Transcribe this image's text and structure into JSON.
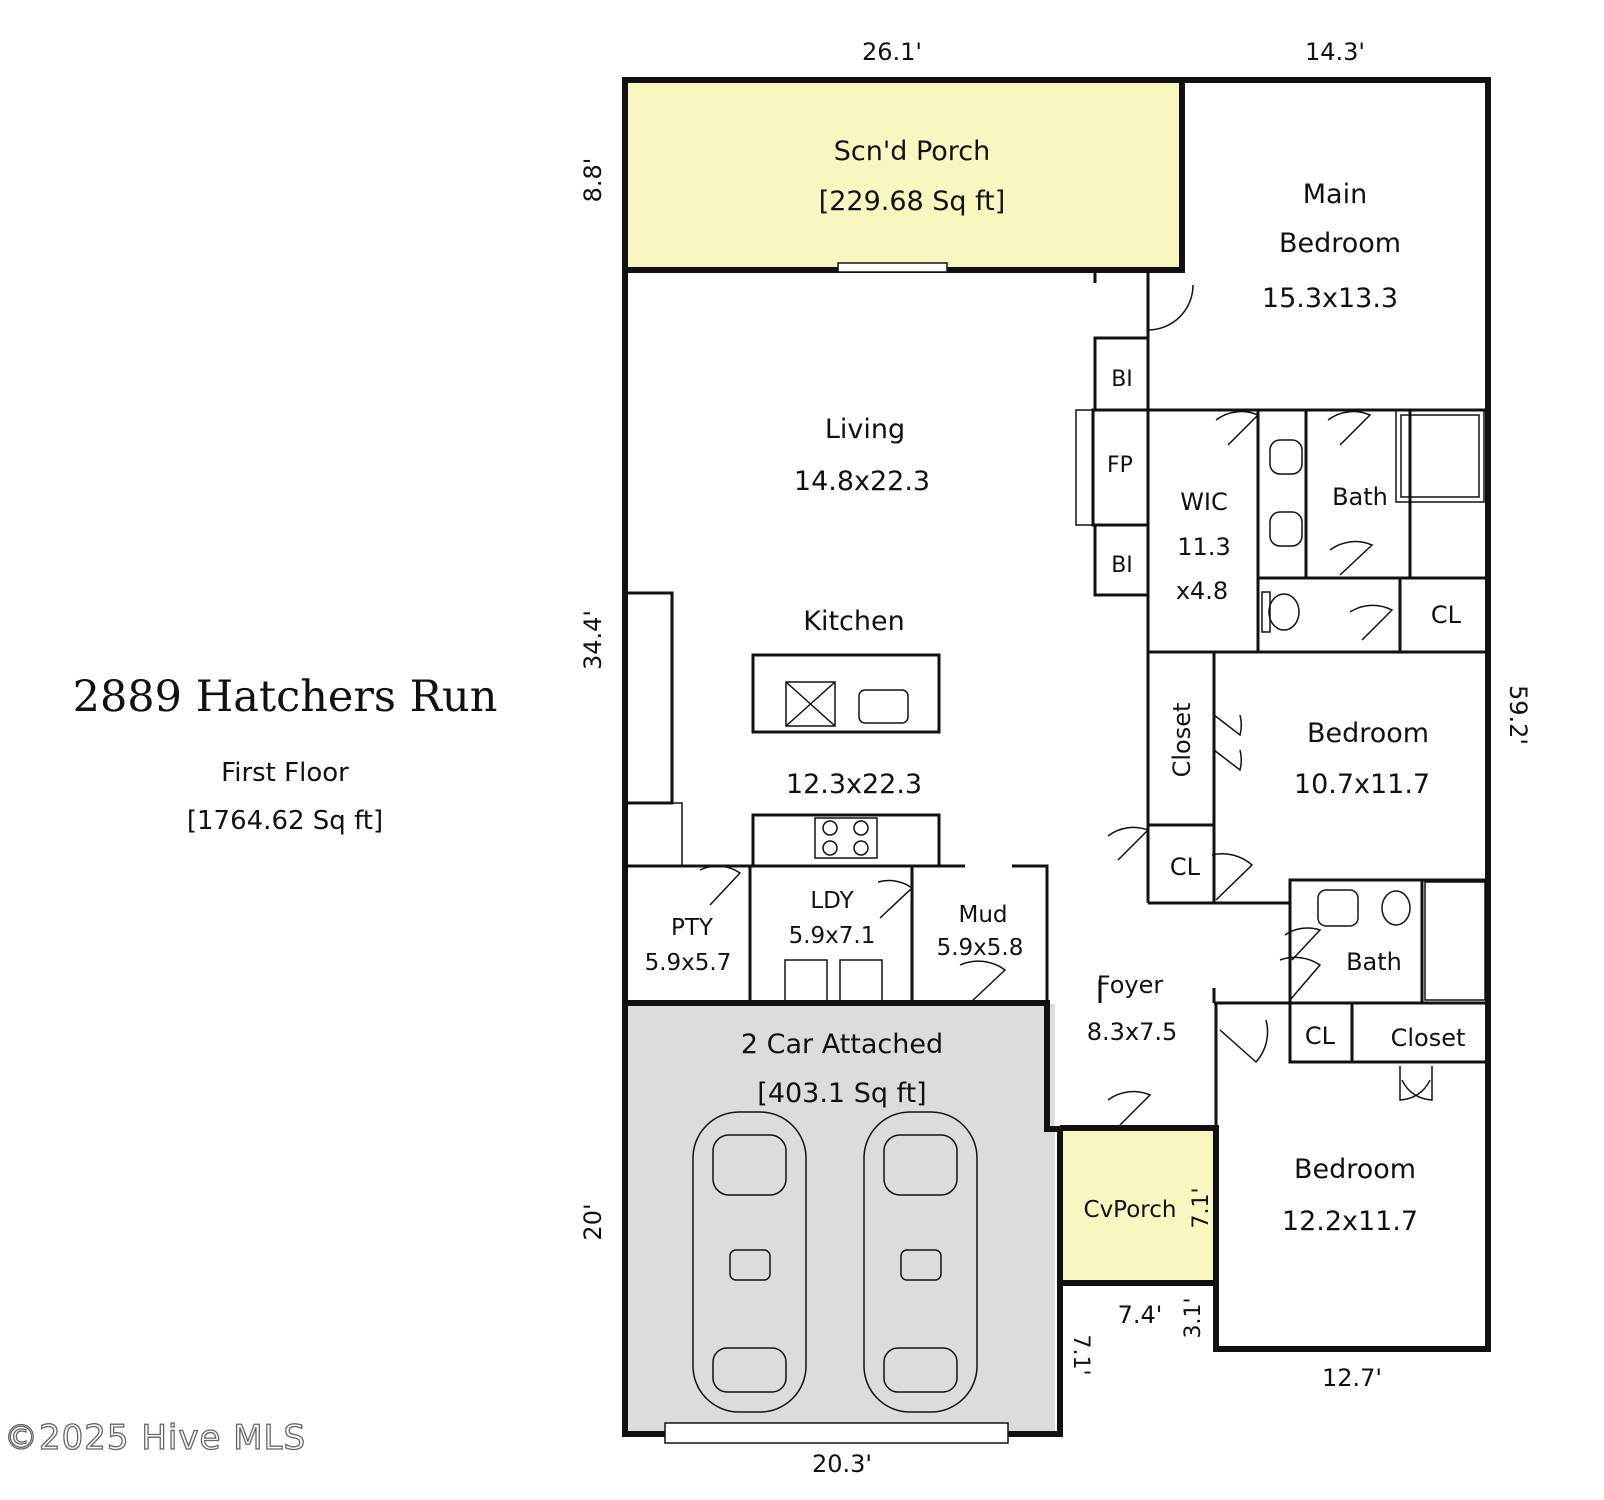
{
  "title": "2889 Hatchers Run",
  "floor": "First Floor",
  "floor_area": "[1764.62 Sq ft]",
  "watermark": "©2025 Hive MLS",
  "colors": {
    "porch_fill": "#f7f7bf",
    "garage_fill": "#dcdcdc",
    "wall": "#111111"
  },
  "rooms": {
    "porch": {
      "name": "Scn'd Porch",
      "area": "[229.68 Sq ft]"
    },
    "main_bedroom": {
      "name1": "Main",
      "name2": "Bedroom",
      "size": "15.3x13.3"
    },
    "living": {
      "name": "Living",
      "size": "14.8x22.3"
    },
    "kitchen": {
      "name": "Kitchen",
      "size": "12.3x22.3"
    },
    "wic": {
      "name": "WIC",
      "size1": "11.3",
      "size2": "x4.8"
    },
    "bath_main": {
      "name": "Bath"
    },
    "bi_top": {
      "name": "BI"
    },
    "bi_bottom": {
      "name": "BI"
    },
    "fp": {
      "name": "FP"
    },
    "cl_main": {
      "name": "CL"
    },
    "closet_bed2": {
      "name": "Closet"
    },
    "bedroom2": {
      "name": "Bedroom",
      "size": "10.7x11.7"
    },
    "cl_bed2": {
      "name": "CL"
    },
    "pty": {
      "name": "PTY",
      "size": "5.9x5.7"
    },
    "ldy": {
      "name": "LDY",
      "size": "5.9x7.1"
    },
    "mud": {
      "name": "Mud",
      "size": "5.9x5.8"
    },
    "foyer": {
      "name": "Foyer",
      "size": "8.3x7.5"
    },
    "bath2": {
      "name": "Bath"
    },
    "cl_bed3": {
      "name": "CL"
    },
    "closet_bed3": {
      "name": "Closet"
    },
    "bedroom3": {
      "name": "Bedroom",
      "size": "12.2x11.7"
    },
    "garage": {
      "name": "2 Car Attached",
      "area": "[403.1 Sq ft]"
    },
    "cvporch": {
      "name": "CvPorch"
    }
  },
  "dimensions": {
    "top_left": "26.1'",
    "top_right": "14.3'",
    "left_porch": "8.8'",
    "left_main": "34.4'",
    "left_garage": "20'",
    "right_total": "59.2'",
    "bottom_garage": "20.3'",
    "bottom_bedroom": "12.7'",
    "cvporch_width": "7.4'",
    "cvporch_height": "7.1'",
    "step_a": "3.1'",
    "step_b": "7.1'"
  }
}
